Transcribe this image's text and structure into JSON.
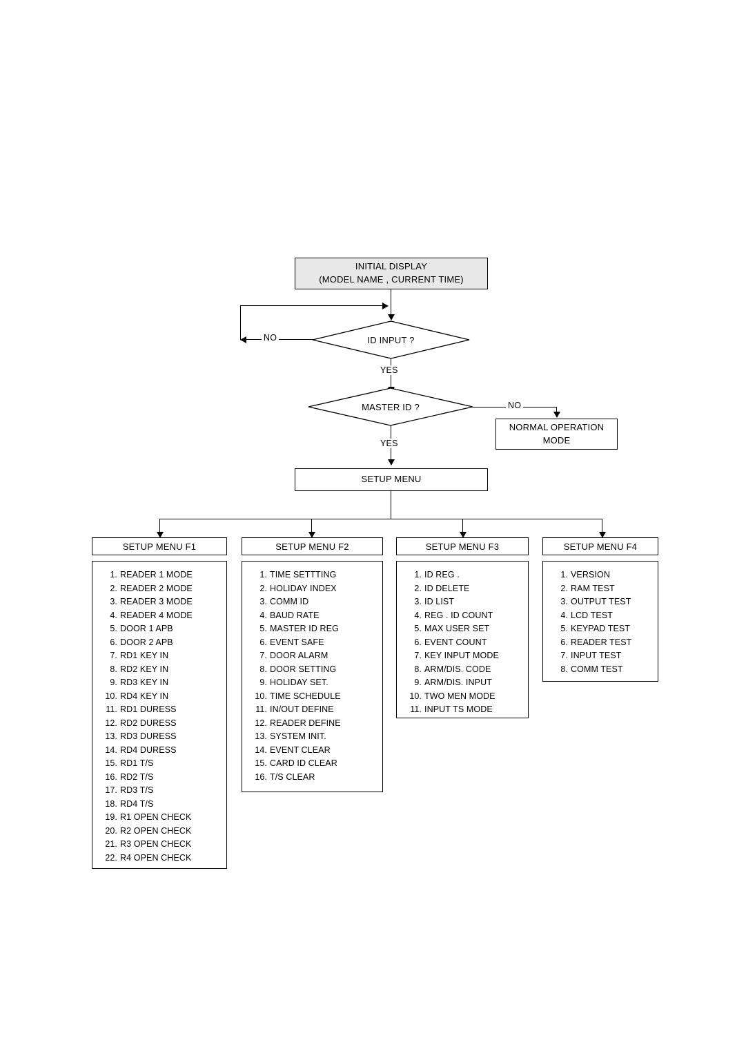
{
  "diagram": {
    "type": "flowchart",
    "title": "Access control terminal setup menu flowchart"
  },
  "nodes": {
    "initial_display": {
      "line1": "INITIAL DISPLAY",
      "line2": "(MODEL NAME , CURRENT TIME)",
      "shape": "process",
      "fill": "#e8e8e8"
    },
    "id_input": {
      "label": "ID INPUT ?",
      "shape": "decision"
    },
    "master_id": {
      "label": "MASTER ID ?",
      "shape": "decision"
    },
    "normal_operation": {
      "line1": "NORMAL OPERATION",
      "line2": "MODE",
      "shape": "process",
      "fill": "#ffffff"
    },
    "setup_menu": {
      "label": "SETUP MENU",
      "shape": "process",
      "fill": "#ffffff"
    }
  },
  "edges": {
    "id_input_no": "NO",
    "id_input_yes": "YES",
    "master_id_no": "NO",
    "master_id_yes": "YES"
  },
  "menus": [
    {
      "header": "SETUP MENU F1",
      "items": [
        "READER 1 MODE",
        "READER 2 MODE",
        "READER 3 MODE",
        "READER 4 MODE",
        "DOOR 1 APB",
        "DOOR 2 APB",
        "RD1 KEY IN",
        "RD2 KEY IN",
        "RD3 KEY IN",
        "RD4 KEY IN",
        "RD1 DURESS",
        "RD2 DURESS",
        "RD3 DURESS",
        "RD4 DURESS",
        "RD1 T/S",
        "RD2 T/S",
        "RD3 T/S",
        "RD4 T/S",
        "R1 OPEN CHECK",
        "R2 OPEN CHECK",
        "R3 OPEN CHECK",
        "R4 OPEN CHECK"
      ]
    },
    {
      "header": "SETUP MENU F2",
      "items": [
        "TIME SETTTING",
        "HOLIDAY INDEX",
        "COMM ID",
        "BAUD RATE",
        "MASTER ID REG",
        "EVENT SAFE",
        "DOOR ALARM",
        "DOOR SETTING",
        "HOLIDAY SET.",
        "TIME SCHEDULE",
        "IN/OUT DEFINE",
        "READER DEFINE",
        "SYSTEM INIT.",
        "EVENT CLEAR",
        "CARD ID CLEAR",
        "T/S  CLEAR"
      ]
    },
    {
      "header": "SETUP MENU F3",
      "items": [
        "ID REG .",
        "ID DELETE",
        "ID LIST",
        "REG . ID COUNT",
        "MAX USER SET",
        "EVENT COUNT",
        "KEY INPUT MODE",
        "ARM/DIS. CODE",
        "ARM/DIS. INPUT",
        "TWO MEN MODE",
        "INPUT TS MODE"
      ]
    },
    {
      "header": "SETUP MENU F4",
      "items": [
        "VERSION",
        "RAM TEST",
        "OUTPUT TEST",
        "LCD TEST",
        "KEYPAD TEST",
        "READER TEST",
        "INPUT TEST",
        "COMM TEST"
      ]
    }
  ]
}
